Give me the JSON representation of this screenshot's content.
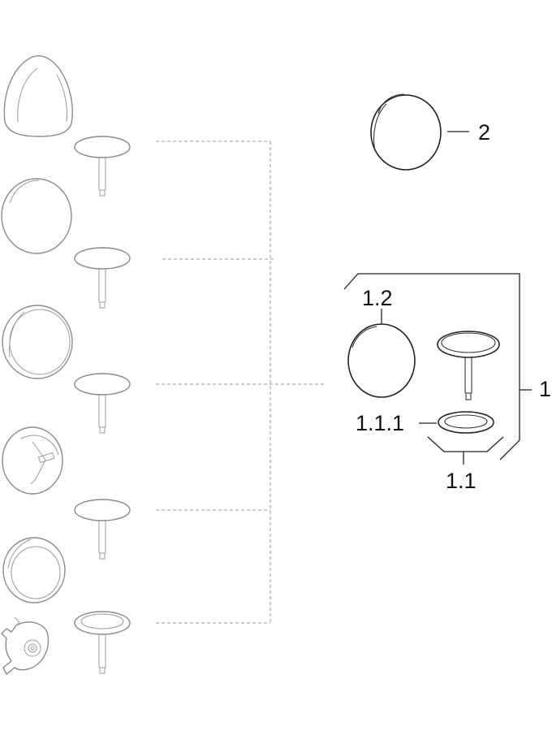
{
  "callouts": {
    "c2": "2",
    "c1": "1",
    "c1_2": "1.2",
    "c1_1_1": "1.1.1",
    "c1_1": "1.1"
  }
}
